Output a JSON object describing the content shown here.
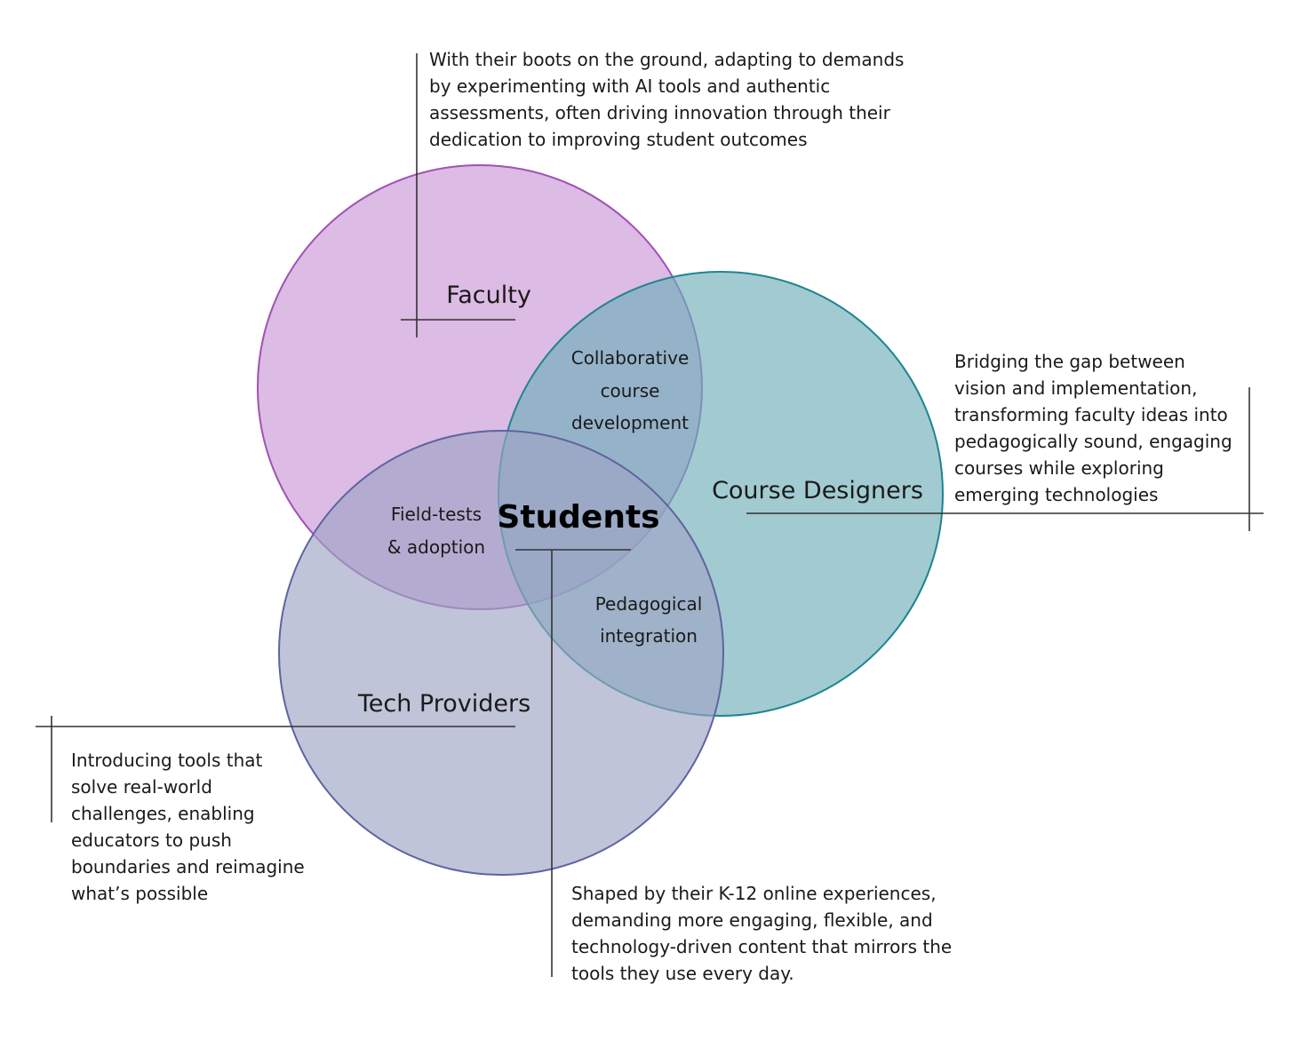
{
  "colors": {
    "faculty_fill": "#C996D6",
    "faculty_stroke": "#A052B3",
    "designers_fill": "#6FAFB9",
    "designers_stroke": "#1E8491",
    "tech_fill": "#9EA4C5",
    "tech_stroke": "#5E64A0"
  },
  "circles": {
    "faculty": {
      "label": "Faculty"
    },
    "course_designers": {
      "label": "Course Designers"
    },
    "tech_providers": {
      "label": "Tech Providers"
    },
    "center": {
      "label": "Students"
    }
  },
  "overlaps": {
    "faculty_designers": [
      "Collaborative",
      "course",
      "development"
    ],
    "faculty_tech": [
      "Field-tests",
      "& adoption"
    ],
    "designers_tech": [
      "Pedagogical",
      "integration"
    ]
  },
  "descriptions": {
    "faculty": [
      "With their boots on the ground, adapting to demands",
      "by experimenting with AI tools and authentic",
      "assessments, often driving innovation through their",
      "dedication to improving student outcomes"
    ],
    "course_designers": [
      "Bridging the gap between",
      "vision and implementation,",
      "transforming faculty ideas into",
      "pedagogically sound, engaging",
      "courses while exploring",
      "emerging technologies"
    ],
    "tech_providers": [
      "Introducing tools that",
      "solve real-world",
      "challenges, enabling",
      "educators to push",
      "boundaries and reimagine",
      "what’s possible"
    ],
    "students": [
      "Shaped by their K-12 online experiences,",
      "demanding more engaging, flexible, and",
      "technology-driven content that mirrors the",
      "tools they use every day."
    ]
  }
}
